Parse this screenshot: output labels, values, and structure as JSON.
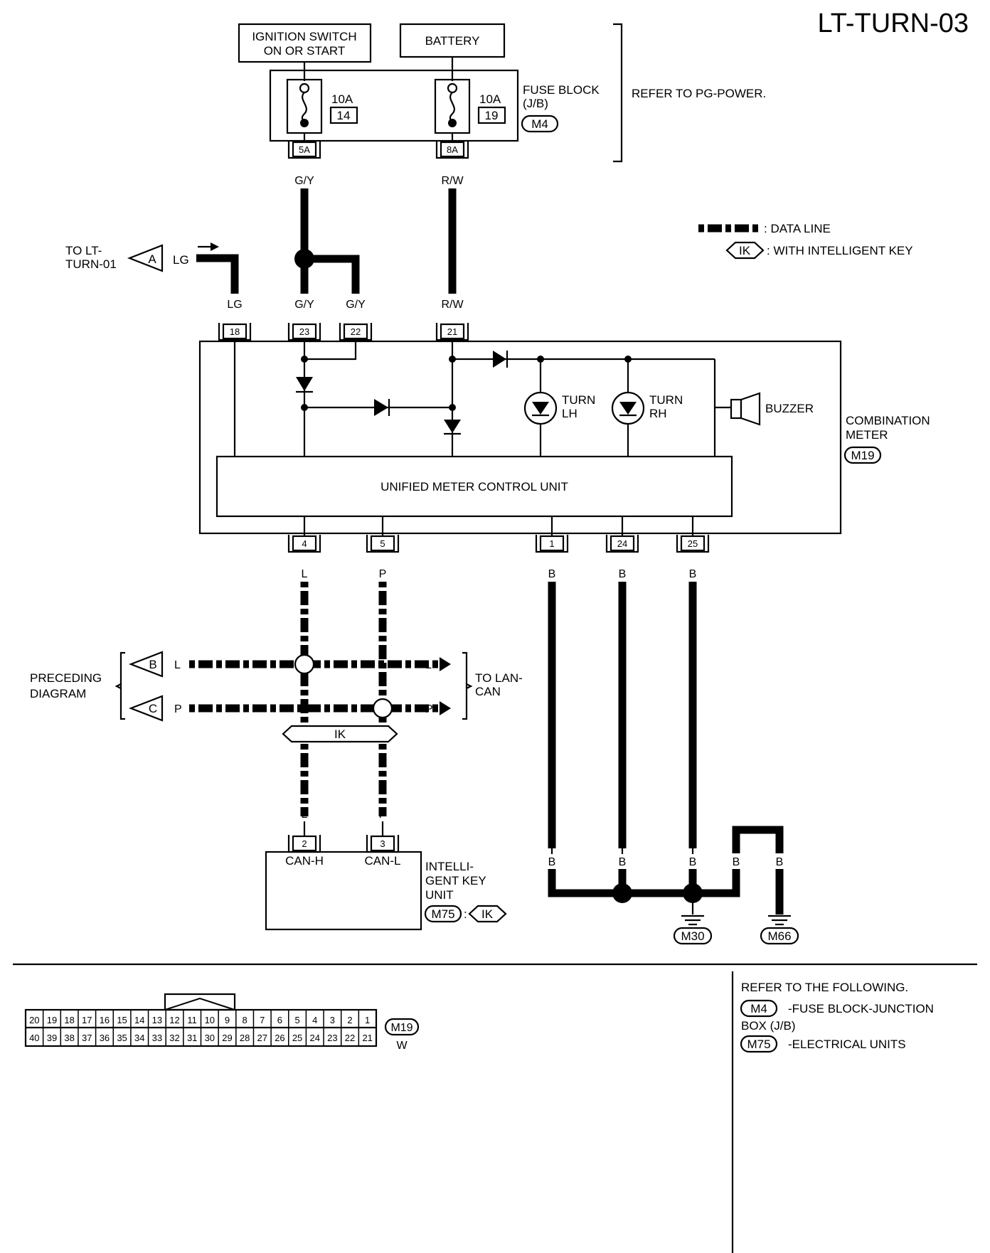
{
  "page_id": "LT-TURN-03",
  "sources": {
    "ignition": "IGNITION SWITCH",
    "ignition_2": "ON OR START",
    "battery": "BATTERY"
  },
  "fuse_block": {
    "title": "FUSE BLOCK",
    "subtitle": "(J/B)",
    "connector": "M4",
    "refer": "REFER TO PG-POWER.",
    "fuses": [
      {
        "amp": "10A",
        "num": "14",
        "terminal": "5A"
      },
      {
        "amp": "10A",
        "num": "19",
        "terminal": "8A"
      }
    ]
  },
  "wires": {
    "gy": "G/Y",
    "rw": "R/W",
    "lg": "LG",
    "l": "L",
    "p": "P",
    "b": "B"
  },
  "legend": {
    "data_line": ": DATA LINE",
    "ik_tag": "IK",
    "with_ik": ": WITH INTELLIGENT KEY"
  },
  "off_page": {
    "to_lt_1": "TO LT-",
    "to_lt_2": "TURN-01",
    "a": "A",
    "b": "B",
    "c": "C",
    "preceding_1": "PRECEDING",
    "preceding_2": "DIAGRAM",
    "to_lan_1": "TO LAN-",
    "to_lan_2": "CAN"
  },
  "meter": {
    "title": "COMBINATION",
    "title_2": "METER",
    "connector": "M19",
    "control_unit": "UNIFIED METER CONTROL UNIT",
    "turn_lh_1": "TURN",
    "turn_lh_2": "LH",
    "turn_rh_1": "TURN",
    "turn_rh_2": "RH",
    "buzzer": "BUZZER",
    "top_pins": [
      "18",
      "23",
      "22",
      "21"
    ],
    "bottom_pins": [
      "4",
      "5",
      "1",
      "24",
      "25"
    ]
  },
  "ik_unit": {
    "title_1": "INTELLI-",
    "title_2": "GENT KEY",
    "title_3": "UNIT",
    "connector": "M75",
    "pins": [
      "2",
      "3"
    ],
    "pin_labels": [
      "CAN-H",
      "CAN-L"
    ]
  },
  "grounds": [
    "M30",
    "M66"
  ],
  "connector_face": {
    "row1": [
      "20",
      "19",
      "18",
      "17",
      "16",
      "15",
      "14",
      "13",
      "12",
      "11",
      "10",
      "9",
      "8",
      "7",
      "6",
      "5",
      "4",
      "3",
      "2",
      "1"
    ],
    "row2": [
      "40",
      "39",
      "38",
      "37",
      "36",
      "35",
      "34",
      "33",
      "32",
      "31",
      "30",
      "29",
      "28",
      "27",
      "26",
      "25",
      "24",
      "23",
      "22",
      "21"
    ],
    "id": "M19",
    "color": "W"
  },
  "refer_box": {
    "title": "REFER TO THE FOLLOWING.",
    "item1_conn": "M4",
    "item1_text": "-FUSE BLOCK-JUNCTION",
    "item1_text2": "BOX (J/B)",
    "item2_conn": "M75",
    "item2_text": "-ELECTRICAL UNITS"
  }
}
